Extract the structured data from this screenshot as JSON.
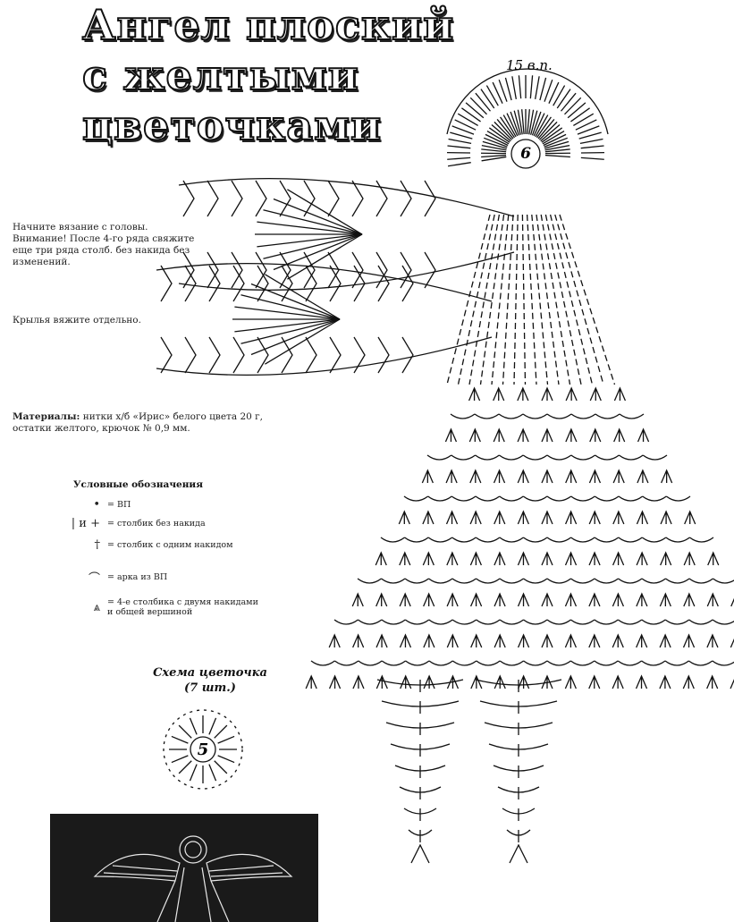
{
  "title": {
    "line1": "Ангел плоский",
    "line2": "с желтыми",
    "line3": "цветочками"
  },
  "head_label": "15 в.п.",
  "head_center": "6",
  "flower_center": "5",
  "instructions": {
    "line1": "Начните вязание с головы.",
    "line2": "Внимание! После 4-го ряда свяжите",
    "line3": "еще три ряда столб. без накида без",
    "line4": "изменений."
  },
  "wings_note": "Крылья вяжите отдельно.",
  "materials": {
    "label": "Материалы:",
    "line1": "нитки х/б «Ирис» белого цвета 20 г,",
    "line2": "остатки желтого, крючок № 0,9 мм."
  },
  "legend": {
    "title": "Условные обозначения",
    "items": [
      {
        "symbol": "•",
        "text": "= ВП"
      },
      {
        "symbol": "| и +",
        "text": "= столбик без накида"
      },
      {
        "symbol": "†",
        "text": "= столбик с одним накидом"
      },
      {
        "symbol": "⌒",
        "text": "= арка из ВП"
      },
      {
        "symbol": "⩓",
        "text": "= 4-е столбика с двумя накидами",
        "text2": "и общей вершиной"
      }
    ]
  },
  "flower_scheme": {
    "title": "Схема цветочка",
    "count": "(7 шт.)"
  },
  "colors": {
    "ink": "#111111",
    "paper": "#ffffff",
    "photo_bg": "#1a1a1a"
  }
}
